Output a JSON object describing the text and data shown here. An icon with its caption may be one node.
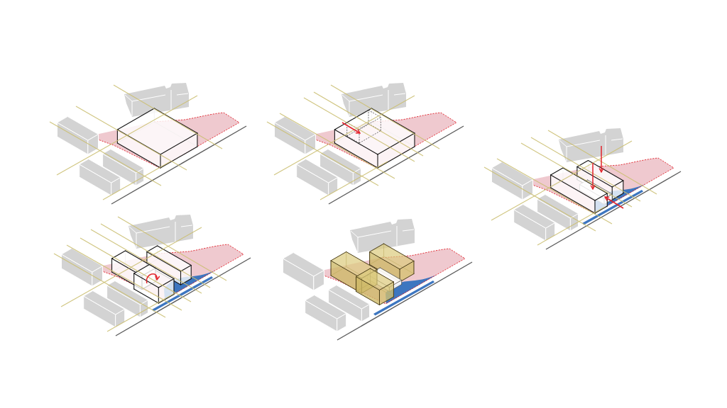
{
  "diagram": {
    "nodes": [
      {
        "text": [],
        "shape": "picture"
      },
      {
        "text": [],
        "shape": "picture"
      },
      {
        "text": [],
        "shape": "picture"
      },
      {
        "text": [],
        "shape": "picture"
      },
      {
        "text": [],
        "shape": "picture"
      }
    ]
  }
}
